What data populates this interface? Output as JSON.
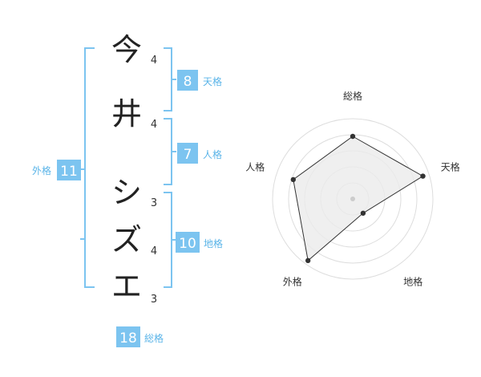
{
  "name": {
    "characters": [
      {
        "char": "今",
        "strokes": "4"
      },
      {
        "char": "井",
        "strokes": "4"
      },
      {
        "char": "シ",
        "strokes": "3"
      },
      {
        "char": "ズ",
        "strokes": "4"
      },
      {
        "char": "エ",
        "strokes": "3"
      }
    ]
  },
  "fortune": {
    "tenkaku": {
      "value": "8",
      "label": "天格"
    },
    "jinkaku": {
      "value": "7",
      "label": "人格"
    },
    "chikaku": {
      "value": "10",
      "label": "地格"
    },
    "gaikaku": {
      "value": "11",
      "label": "外格"
    },
    "soukaku": {
      "value": "18",
      "label": "総格"
    }
  },
  "colors": {
    "bracket": "#7cc4f0",
    "badge": "#7cc4f0",
    "label": "#5ab4e8",
    "radar_fill": "#f0f0f0",
    "radar_ring": "#dddddd",
    "radar_line": "#333333"
  },
  "chart_data": {
    "type": "radar",
    "axes": [
      "総格",
      "天格",
      "地格",
      "外格",
      "人格"
    ],
    "values": [
      0.78,
      0.92,
      0.22,
      0.95,
      0.78
    ],
    "scale": [
      0,
      1
    ],
    "rings": 5
  }
}
